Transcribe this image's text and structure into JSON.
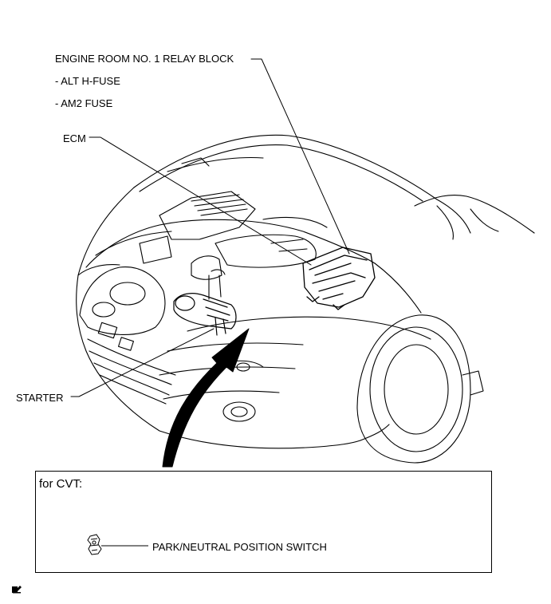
{
  "labels": {
    "relay_block": "ENGINE ROOM NO. 1 RELAY BLOCK",
    "alt_fuse": "- ALT H-FUSE",
    "am2_fuse": "- AM2 FUSE",
    "ecm": "ECM",
    "starter": "STARTER"
  },
  "cvt_box": {
    "title": "for CVT:",
    "switch_label": "PARK/NEUTRAL POSITION SWITCH"
  },
  "footer": {
    "icon": "edit-note-icon"
  }
}
